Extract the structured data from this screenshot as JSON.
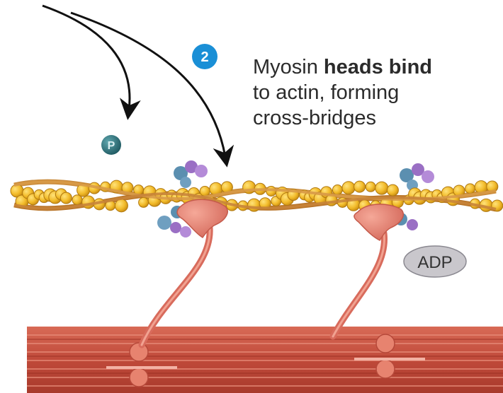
{
  "step": {
    "number": "2",
    "badge_color": "#1a8fd6"
  },
  "caption": {
    "line1_normal": "Myosin ",
    "line1_bold": "heads bind",
    "line2": "to actin, forming",
    "line3": "cross-bridges"
  },
  "phosphate": {
    "label": "P",
    "color": "#2e6f78"
  },
  "adp": {
    "label": "ADP",
    "color": "#c9c7cc"
  },
  "colors": {
    "actin_bead": "#f2bb2a",
    "actin_strand": "#c98a3a",
    "myosin_head": "#e07b6b",
    "thick_filament": "#c9503f",
    "tropomyosin_blue": "#5b8fb0",
    "troponin_purple": "#9a6fc4"
  }
}
